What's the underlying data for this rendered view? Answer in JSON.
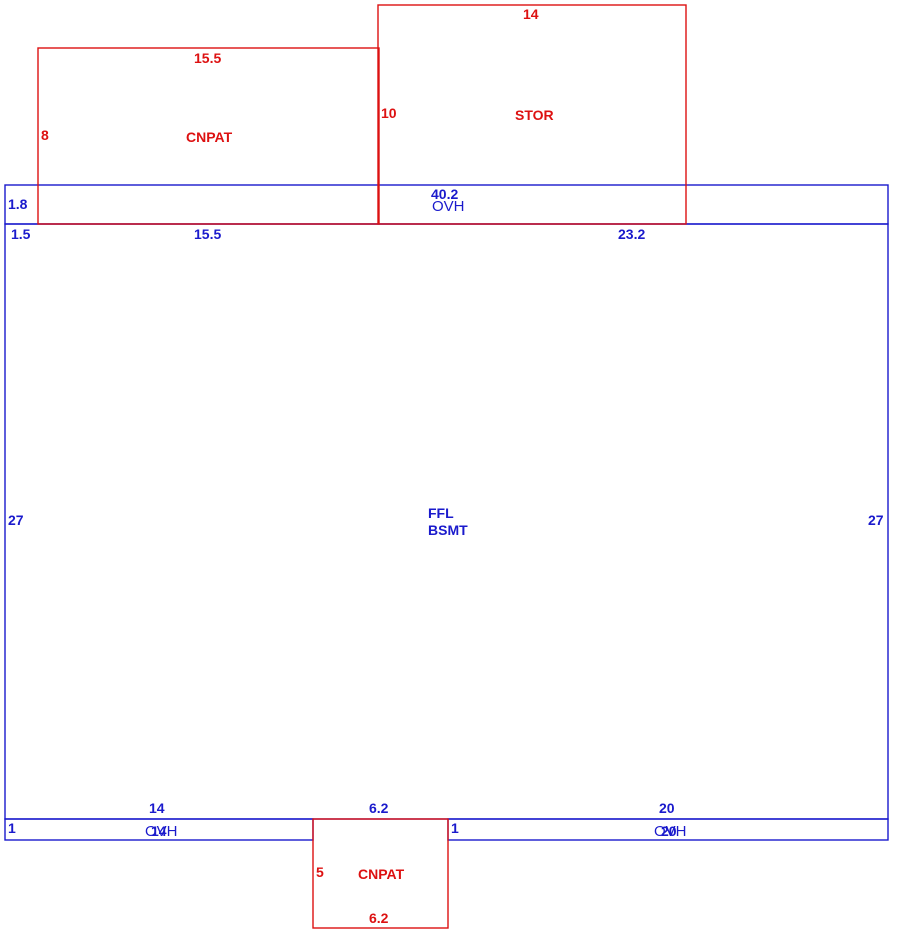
{
  "colors": {
    "main_structure": "#1a1acc",
    "additions": "#dd1111"
  },
  "main": {
    "labels": [
      "FFL",
      "BSMT"
    ],
    "left_side": "27",
    "right_side": "27",
    "top_segments": [
      "15.5",
      "23.2"
    ],
    "top_left_short": "1.5"
  },
  "top_overhang": {
    "width": "40.2",
    "depth": "1.8",
    "label": "OVH"
  },
  "top_cnpat": {
    "label": "CNPAT",
    "width": "15.5",
    "depth": "8"
  },
  "stor": {
    "label": "STOR",
    "width": "14",
    "depth": "10"
  },
  "bottom_left_overhang": {
    "width": "14",
    "depth": "1",
    "label": "OVH"
  },
  "bottom_right_overhang": {
    "width": "20",
    "depth": "1",
    "label": "OVH"
  },
  "bottom_gap": "6.2",
  "bottom_cnpat": {
    "label": "CNPAT",
    "width": "6.2",
    "depth": "5"
  }
}
